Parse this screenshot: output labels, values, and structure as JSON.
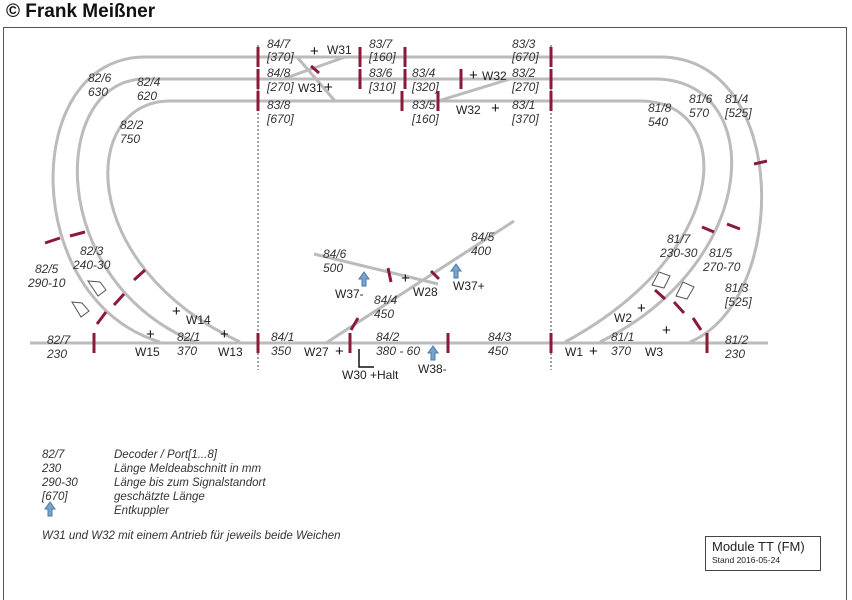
{
  "copyright": "© Frank Meißner",
  "colors": {
    "track": "#bbbbbb",
    "separator": "#8b1a3a",
    "module_line": "#444444",
    "uncoupler": "#7aa3cc"
  },
  "labels": {
    "l847": "84/7",
    "l847b": "[370]",
    "l837": "83/7",
    "l837b": "[160]",
    "l833": "83/3",
    "l833b": "[670]",
    "l848": "84/8",
    "l848b": "[270]",
    "l836": "83/6",
    "l836b": "[310]",
    "l834": "83/4",
    "l834b": "[320]",
    "l832": "83/2",
    "l832b": "[270]",
    "l838": "83/8",
    "l838b": "[670]",
    "l835": "83/5",
    "l835b": "[160]",
    "l831": "83/1",
    "l831b": "[370]",
    "l826": "82/6",
    "l826b": "630",
    "l824": "82/4",
    "l824b": "620",
    "l822": "82/2",
    "l822b": "750",
    "l823": "82/3",
    "l823b": "240-30",
    "l825": "82/5",
    "l825b": "290-10",
    "l827": "82/7",
    "l827b": "230",
    "l821": "82/1",
    "l821b": "370",
    "l818": "81/8",
    "l818b": "540",
    "l816": "81/6",
    "l816b": "570",
    "l814": "81/4",
    "l814b": "[525]",
    "l817": "81/7",
    "l817b": "230-30",
    "l815": "81/5",
    "l815b": "270-70",
    "l813": "81/3",
    "l813b": "[525]",
    "l811": "81/1",
    "l811b": "370",
    "l812": "81/2",
    "l812b": "230",
    "l846": "84/6",
    "l846b": "500",
    "l845": "84/5",
    "l845b": "400",
    "l844": "84/4",
    "l844b": "450",
    "l841": "84/1",
    "l841b": "350",
    "l842": "84/2",
    "l842b": "380 - 60",
    "l843": "84/3",
    "l843b": "450"
  },
  "switches": {
    "w31a": "W31",
    "w31b": "W31",
    "w32a": "W32",
    "w32b": "W32",
    "w14": "W14",
    "w15": "W15",
    "w13": "W13",
    "w27": "W27",
    "w28": "W28",
    "w37m": "W37-",
    "w37p": "W37+",
    "w38": "W38-",
    "w30": "W30 +Halt",
    "w1": "W1",
    "w2": "W2",
    "w3": "W3"
  },
  "legend": [
    {
      "key": "82/7",
      "text": "Decoder / Port[1...8]"
    },
    {
      "key": "230",
      "text": "Länge Meldeabschnitt in mm"
    },
    {
      "key": "290-30",
      "text": "Länge bis zum Signalstandort"
    },
    {
      "key": "[670]",
      "text": "geschätzte Länge"
    },
    {
      "key": "",
      "text": "Entkuppler"
    }
  ],
  "note": "W31 und W32 mit einem Antrieb für jeweils beide Weichen",
  "titlebox": {
    "title": "Module TT (FM)",
    "date": "Stand 2016-05-24"
  }
}
